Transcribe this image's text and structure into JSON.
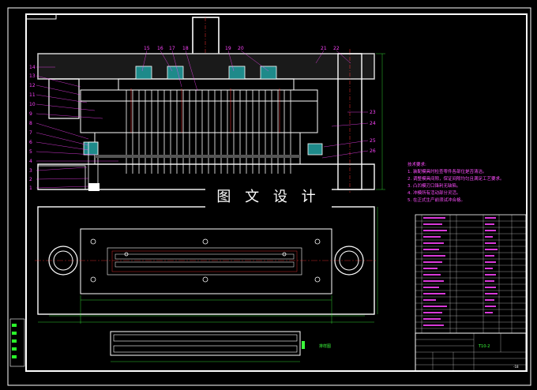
{
  "watermark": "图 文 设 计",
  "top_labels": [
    "15",
    "16",
    "17",
    "18",
    "19",
    "20",
    "21",
    "22"
  ],
  "left_labels": [
    "14",
    "13",
    "12",
    "11",
    "10",
    "9",
    "8",
    "7",
    "6",
    "5",
    "4",
    "3",
    "2",
    "1"
  ],
  "right_labels": [
    "23",
    "24",
    "25",
    "26"
  ],
  "tech_requirements": {
    "title": "技术要求:",
    "items": [
      "1. 装配模具时检查零件各部位是否清洁。",
      "2. 调整模具间隙，保证间隙均匀且满足工艺要求。",
      "3. 凸凹模刃口锋利无缺陷。",
      "4. 冲模所有活动部分灵活。",
      "5. 在正式生产前须试冲合格。"
    ]
  },
  "product_label": "排样图",
  "title_block_code": "T10-2",
  "title_block_text": "-18"
}
